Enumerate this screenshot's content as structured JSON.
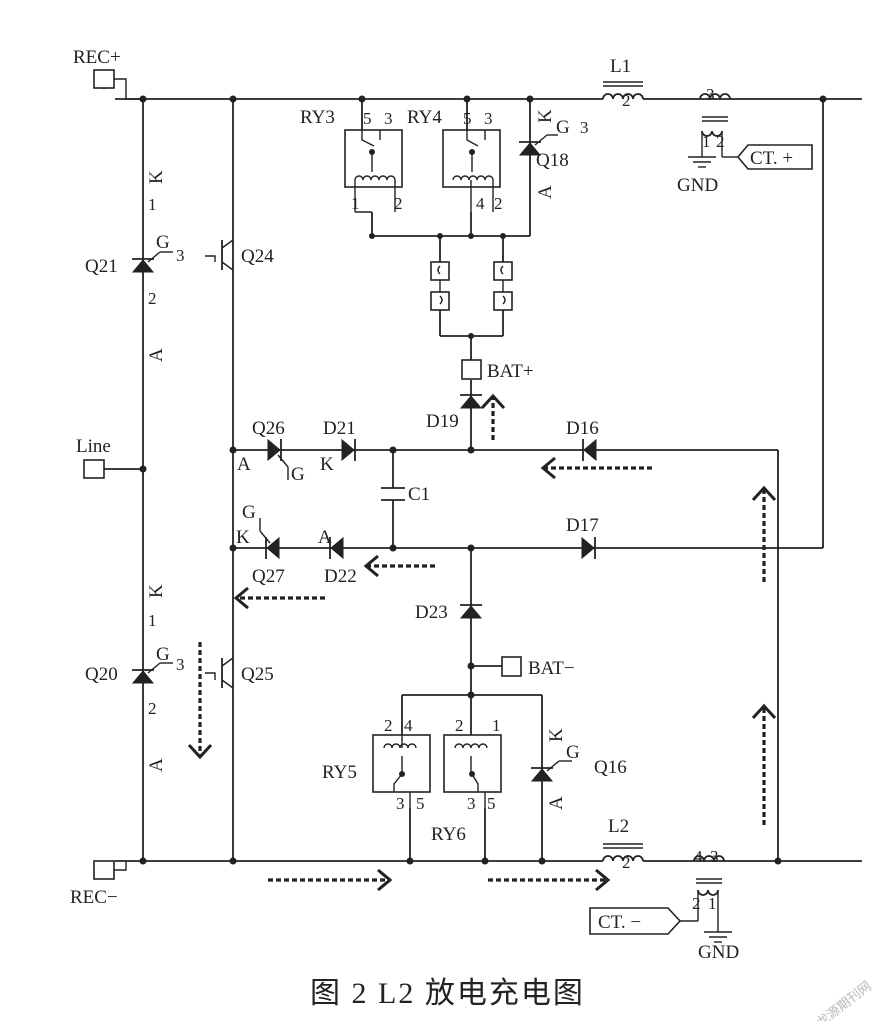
{
  "caption": "图 2   L2 放电充电图",
  "watermark": "龙源期刊网",
  "terminals": {
    "rec_plus": "REC+",
    "rec_minus": "REC−",
    "line": "Line",
    "bat_plus": "BAT+",
    "bat_minus": "BAT−",
    "ct_plus": "CT. +",
    "ct_minus": "CT. −",
    "gnd": "GND"
  },
  "components": {
    "L1": "L1",
    "L2": "L2",
    "RY3": "RY3",
    "RY4": "RY4",
    "RY5": "RY5",
    "RY6": "RY6",
    "Q16": "Q16",
    "Q18": "Q18",
    "Q20": "Q20",
    "Q21": "Q21",
    "Q24": "Q24",
    "Q25": "Q25",
    "Q26": "Q26",
    "Q27": "Q27",
    "D16": "D16",
    "D17": "D17",
    "D19": "D19",
    "D21": "D21",
    "D22": "D22",
    "D23": "D23",
    "C1": "C1"
  },
  "pins": {
    "A": "A",
    "K": "K",
    "G": "G",
    "n1": "1",
    "n2": "2",
    "n3": "3",
    "n4": "4",
    "n5": "5"
  }
}
